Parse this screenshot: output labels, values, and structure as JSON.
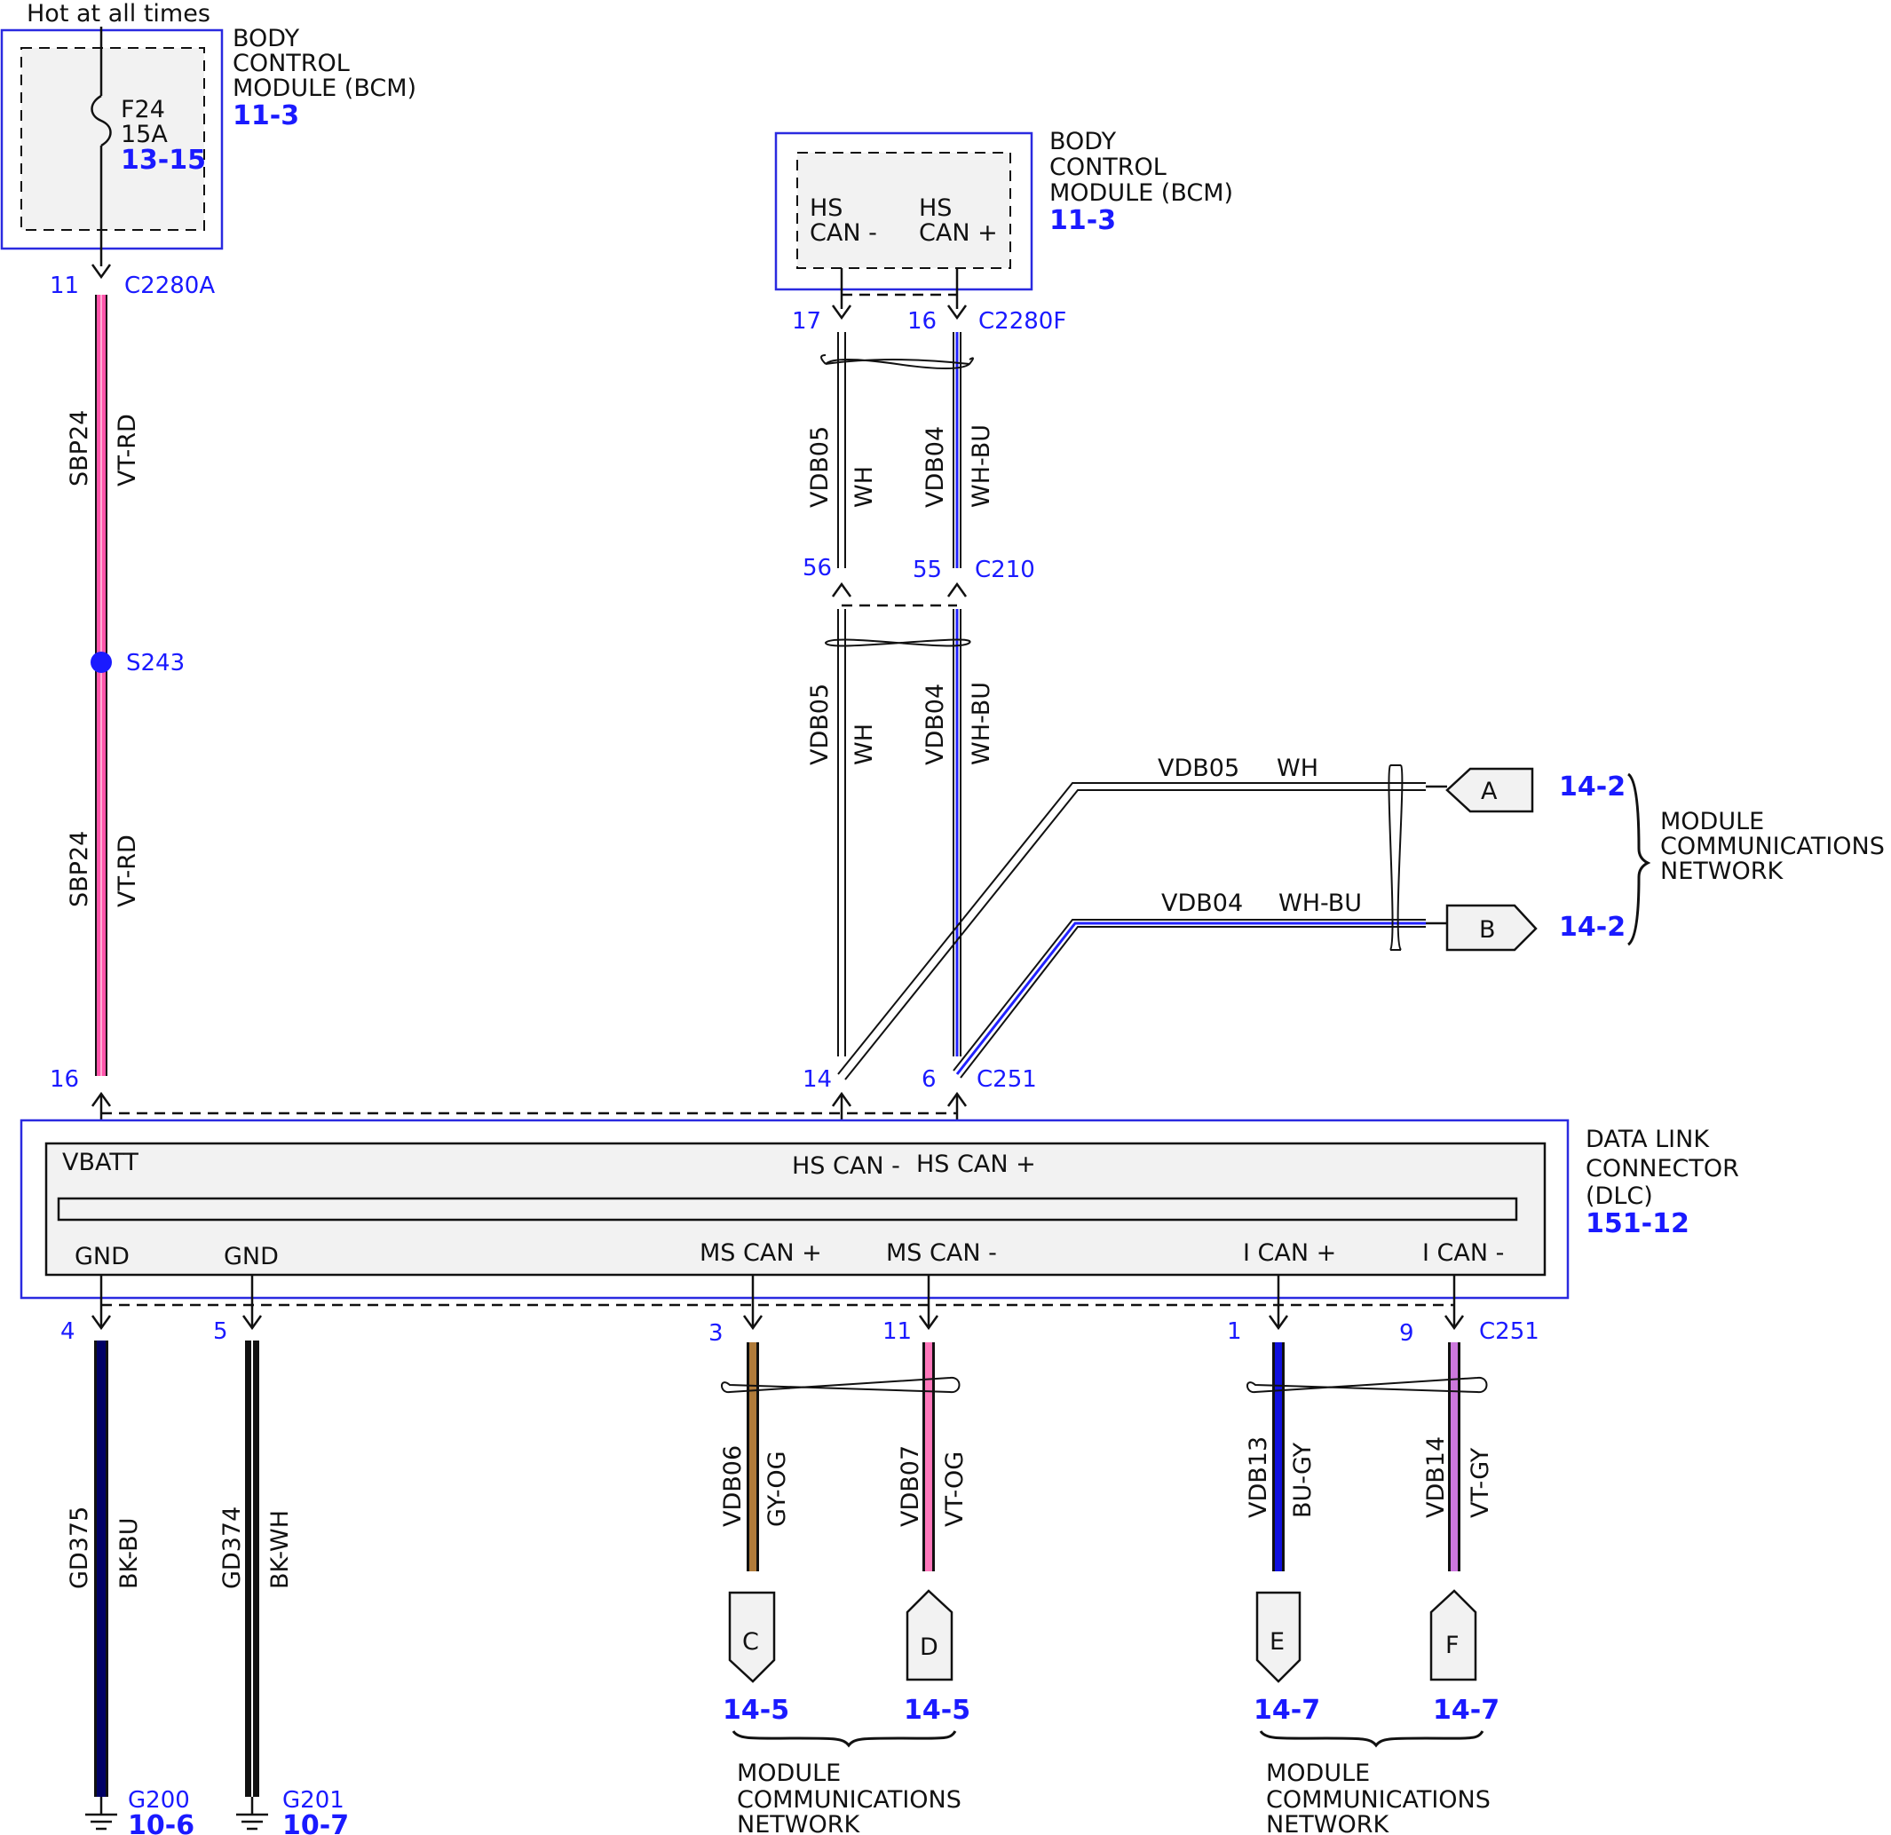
{
  "colors": {
    "accent": "#1a1aff",
    "box_border": "#2a2ae0",
    "fill_gray": "#f2f2f2",
    "wire_vt_rd": "#ff55aa",
    "wire_wh_bu": "#2222ff",
    "wire_gy_og": "#b07b3a",
    "wire_vt_og": "#ff77bb",
    "wire_bu_gy": "#1111dd",
    "wire_vt_gy": "#cc77dd",
    "wire_bk_bu": "#000066",
    "wire_bk_wh": "#000000"
  },
  "power": {
    "label": "Hot at all times"
  },
  "bcm_left": {
    "title_lines": [
      "BODY",
      "CONTROL",
      "MODULE (BCM)"
    ],
    "ref": "11-3",
    "fuse_name": "F24",
    "fuse_rating": "15A",
    "fuse_ref": "13-15",
    "pin": "11",
    "connector": "C2280A"
  },
  "bcm_right": {
    "title_lines": [
      "BODY",
      "CONTROL",
      "MODULE (BCM)"
    ],
    "ref": "11-3",
    "pin_minus_lines": [
      "HS",
      "CAN -"
    ],
    "pin_plus_lines": [
      "HS",
      "CAN +"
    ],
    "pin_minus_num": "17",
    "pin_plus_num": "16",
    "connector": "C2280F"
  },
  "wires": {
    "sbp24_upper": {
      "circuit": "SBP24",
      "color": "VT-RD"
    },
    "sbp24_lower": {
      "circuit": "SBP24",
      "color": "VT-RD"
    },
    "splice": "S243",
    "vdb05_upper": {
      "circuit": "VDB05",
      "color": "WH"
    },
    "vdb04_upper": {
      "circuit": "VDB04",
      "color": "WH-BU"
    },
    "vdb05_lower": {
      "circuit": "VDB05",
      "color": "WH"
    },
    "vdb04_lower": {
      "circuit": "VDB04",
      "color": "WH-BU"
    },
    "vdb05_branch": {
      "circuit": "VDB05",
      "color": "WH"
    },
    "vdb04_branch": {
      "circuit": "VDB04",
      "color": "WH-BU"
    },
    "gd375": {
      "circuit": "GD375",
      "color": "BK-BU"
    },
    "gd374": {
      "circuit": "GD374",
      "color": "BK-WH"
    },
    "vdb06": {
      "circuit": "VDB06",
      "color": "GY-OG"
    },
    "vdb07": {
      "circuit": "VDB07",
      "color": "VT-OG"
    },
    "vdb13": {
      "circuit": "VDB13",
      "color": "BU-GY"
    },
    "vdb14": {
      "circuit": "VDB14",
      "color": "VT-GY"
    }
  },
  "inline_c210": {
    "pin_left": "56",
    "pin_right": "55",
    "connector": "C210"
  },
  "c251_top": {
    "pin_vbatt": "16",
    "pin_hs_minus": "14",
    "pin_hs_plus": "6",
    "connector": "C251"
  },
  "dlc": {
    "title_lines": [
      "DATA LINK",
      "CONNECTOR",
      "(DLC)"
    ],
    "ref": "151-12",
    "vbatt": "VBATT",
    "hs_can_minus": "HS CAN -",
    "hs_can_plus": "HS CAN +",
    "gnd1": "GND",
    "gnd2": "GND",
    "ms_can_plus": "MS CAN +",
    "ms_can_minus": "MS CAN -",
    "i_can_plus": "I CAN +",
    "i_can_minus": "I CAN -"
  },
  "c251_bottom": {
    "pin_gnd1": "4",
    "pin_gnd2": "5",
    "pin_ms_plus": "3",
    "pin_ms_minus": "11",
    "pin_i_plus": "1",
    "pin_i_minus": "9",
    "connector": "C251"
  },
  "grounds": {
    "g200": {
      "name": "G200",
      "ref": "10-6"
    },
    "g201": {
      "name": "G201",
      "ref": "10-7"
    }
  },
  "offpage": {
    "A": {
      "letter": "A",
      "ref": "14-2"
    },
    "B": {
      "letter": "B",
      "ref": "14-2"
    },
    "C": {
      "letter": "C",
      "ref": "14-5"
    },
    "D": {
      "letter": "D",
      "ref": "14-5"
    },
    "E": {
      "letter": "E",
      "ref": "14-7"
    },
    "F": {
      "letter": "F",
      "ref": "14-7"
    }
  },
  "network_right": {
    "lines": [
      "MODULE",
      "COMMUNICATIONS",
      "NETWORK"
    ]
  },
  "network_bottom_left": {
    "lines": [
      "MODULE",
      "COMMUNICATIONS",
      "NETWORK"
    ]
  },
  "network_bottom_right": {
    "lines": [
      "MODULE",
      "COMMUNICATIONS",
      "NETWORK"
    ]
  }
}
